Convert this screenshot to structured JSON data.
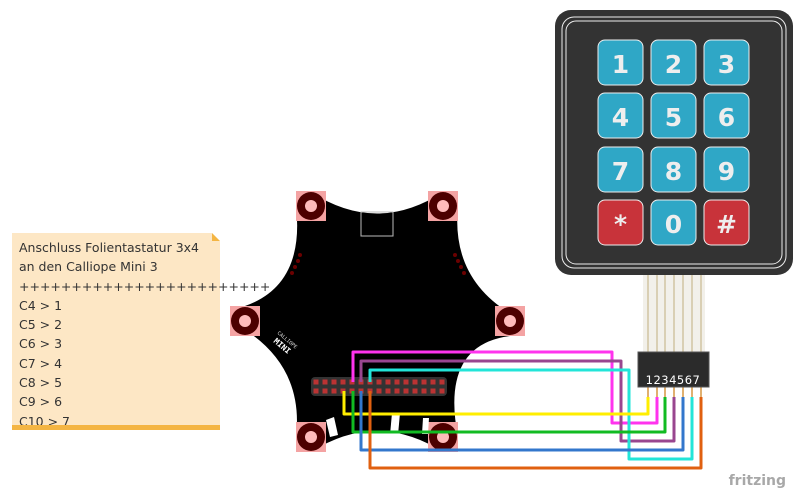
{
  "note": {
    "lines": [
      "Anschluss Folientastatur 3x4",
      "an den Calliope Mini 3",
      "++++++++++++++++++++++++",
      "C4 > 1",
      "C5 > 2",
      "C6 > 3",
      "C7 > 4",
      "C8 > 5",
      "C9 > 6",
      "C10 > 7"
    ]
  },
  "board": {
    "label_top": "CALLIOPE",
    "label_bottom": "MINI"
  },
  "keypad": {
    "keys": [
      "1",
      "2",
      "3",
      "4",
      "5",
      "6",
      "7",
      "8",
      "9",
      "*",
      "0",
      "#"
    ],
    "key_color": "#2fa7c6",
    "special_key_color": "#c8333a",
    "connector_pins": "1234567"
  },
  "wires": [
    {
      "color": "#ff33ee",
      "to_pin": "2"
    },
    {
      "color": "#99468f",
      "to_pin": "4"
    },
    {
      "color": "#22e5d8",
      "to_pin": "6"
    },
    {
      "color": "#ffee00",
      "to_pin": "1"
    },
    {
      "color": "#11bb22",
      "to_pin": "3"
    },
    {
      "color": "#3377cc",
      "to_pin": "5"
    },
    {
      "color": "#e06010",
      "to_pin": "7"
    }
  ],
  "logo": "fritzing"
}
